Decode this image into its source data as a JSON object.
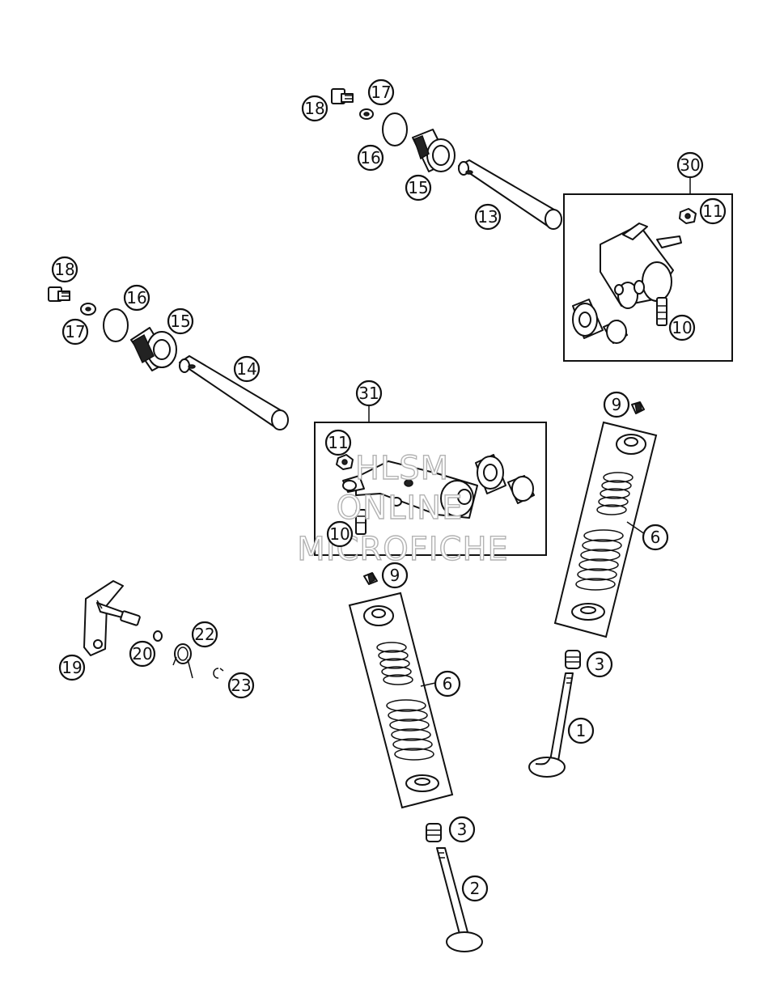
{
  "watermark": {
    "line1": "HLSM",
    "line2": "ONLINE",
    "line3": "MICROFICHE"
  },
  "callouts": {
    "c1": "1",
    "c2": "2",
    "c3a": "3",
    "c3b": "3",
    "c6a": "6",
    "c6b": "6",
    "c9a": "9",
    "c9b": "9",
    "c10a": "10",
    "c10b": "10",
    "c11a": "11",
    "c11b": "11",
    "c13": "13",
    "c14": "14",
    "c15a": "15",
    "c15b": "15",
    "c16a": "16",
    "c16b": "16",
    "c17a": "17",
    "c17b": "17",
    "c18a": "18",
    "c18b": "18",
    "c19": "19",
    "c20": "20",
    "c22": "22",
    "c23": "23",
    "c30": "30",
    "c31": "31"
  }
}
